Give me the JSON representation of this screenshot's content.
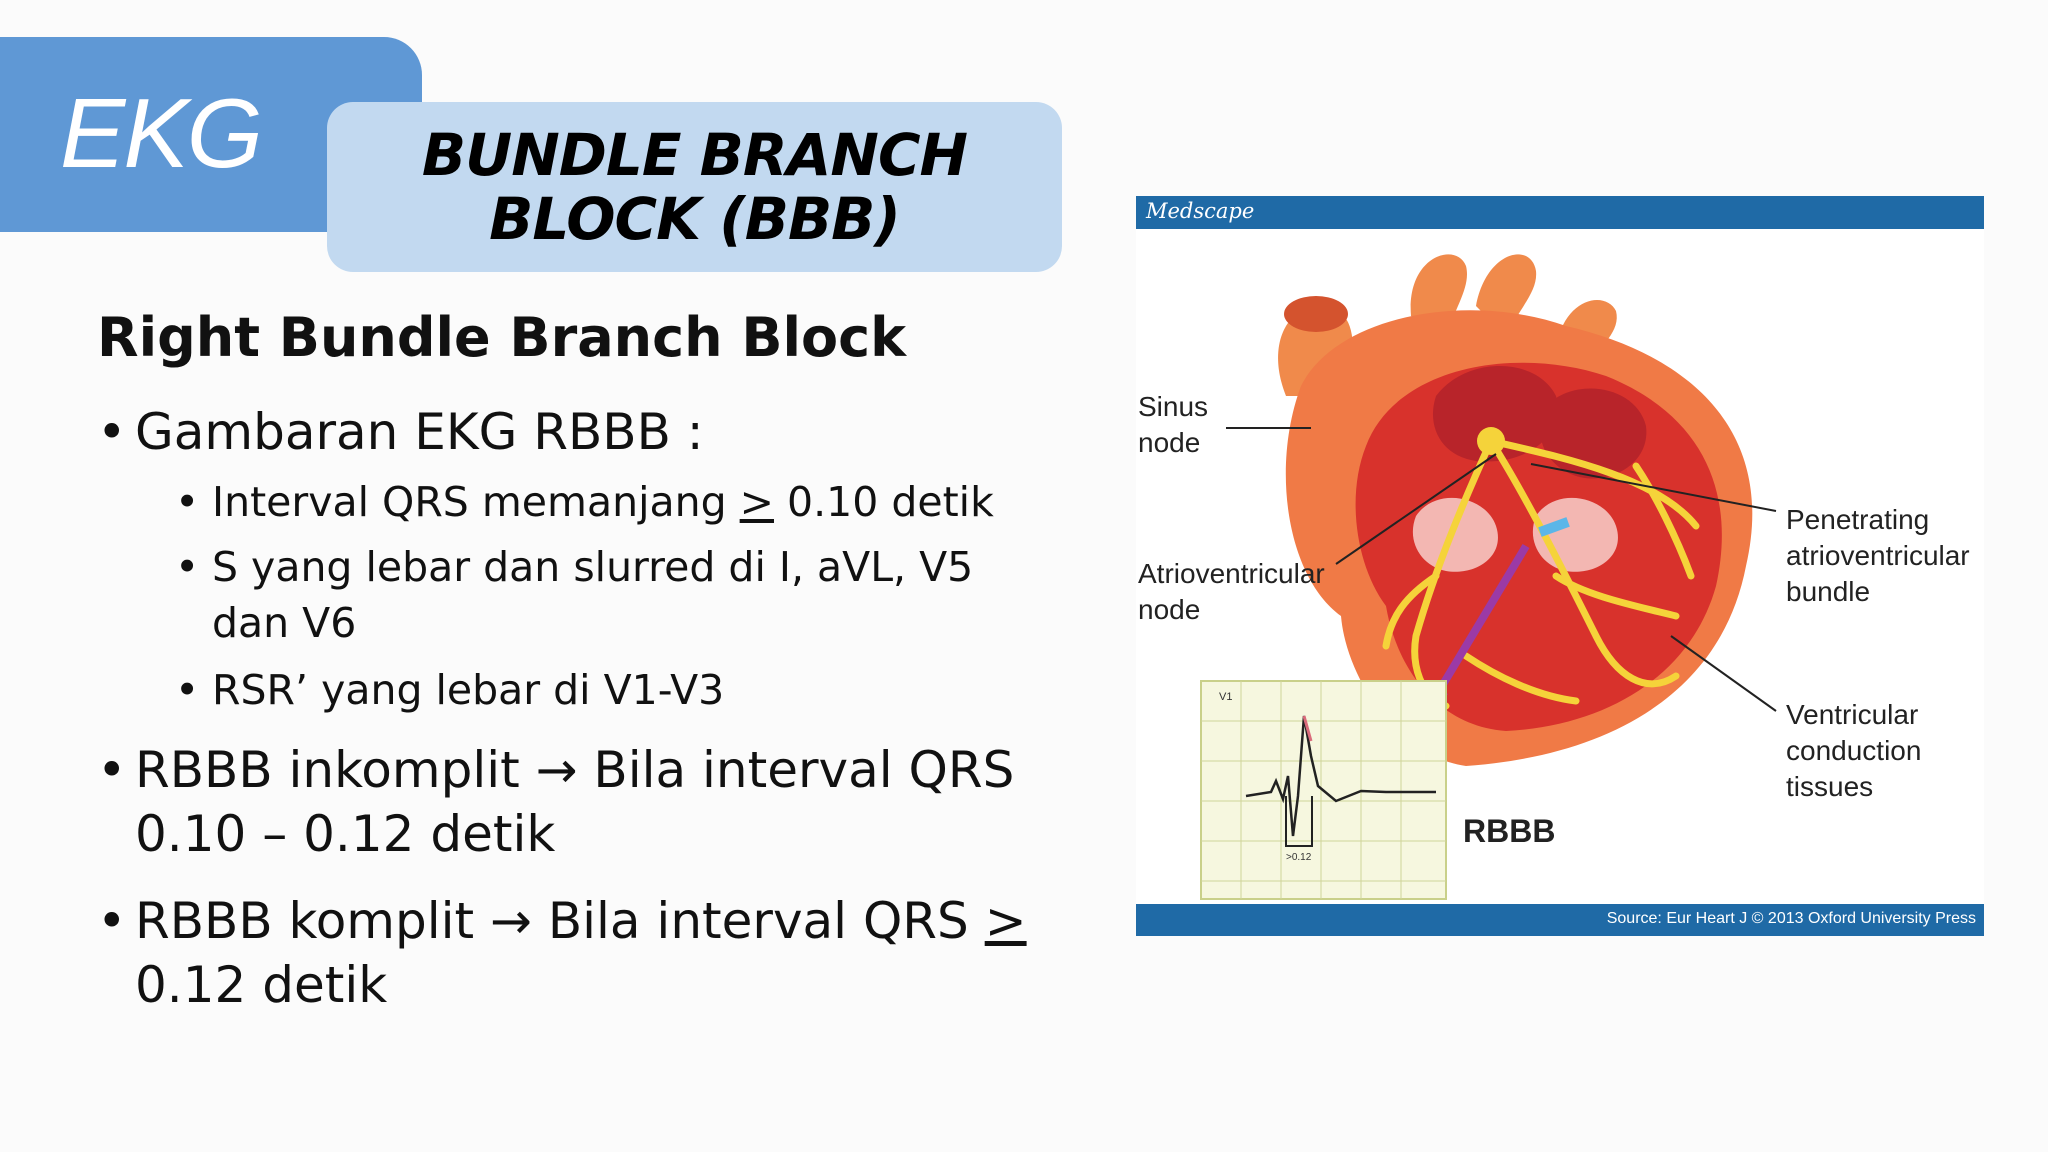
{
  "tab": {
    "label": "EKG"
  },
  "title": {
    "line1": "BUNDLE BRANCH",
    "line2": "BLOCK (BBB)"
  },
  "heading": "Right Bundle Branch Block",
  "bullets": {
    "b1": {
      "text": "Gambaran EKG RBBB :"
    },
    "sub1": {
      "pre": "Interval QRS memanjang ",
      "sym": ">",
      "post": " 0.10 detik"
    },
    "sub2": {
      "line1": "S yang lebar dan slurred di I, aVL, V5",
      "line2": "dan V6"
    },
    "sub3": {
      "text": "RSR’ yang lebar di V1-V3"
    },
    "b2": {
      "line1": "RBBB inkomplit → Bila interval QRS",
      "line2": "0.10 – 0.12 detik"
    },
    "b3": {
      "pre": "RBBB komplit → Bila interval QRS ",
      "sym": ">",
      "line2": "0.12 detik"
    }
  },
  "figure": {
    "brand": "Medscape",
    "source": "Source: Eur Heart J © 2013 Oxford University Press",
    "labels": {
      "sinus_1": "Sinus",
      "sinus_2": "node",
      "av_1": "Atrioventricular",
      "av_2": "node",
      "pen_1": "Penetrating",
      "pen_2": "atrioventricular",
      "pen_3": "bundle",
      "vent_1": "Ventricular",
      "vent_2": "conduction",
      "vent_3": "tissues",
      "rbbb": "RBBB",
      "ecg_lead": "V1",
      "ecg_interval": ">0.12"
    },
    "colors": {
      "bar": "#1f6aa6",
      "heart": "#d8322c",
      "conduction": "#f5d33a"
    }
  }
}
